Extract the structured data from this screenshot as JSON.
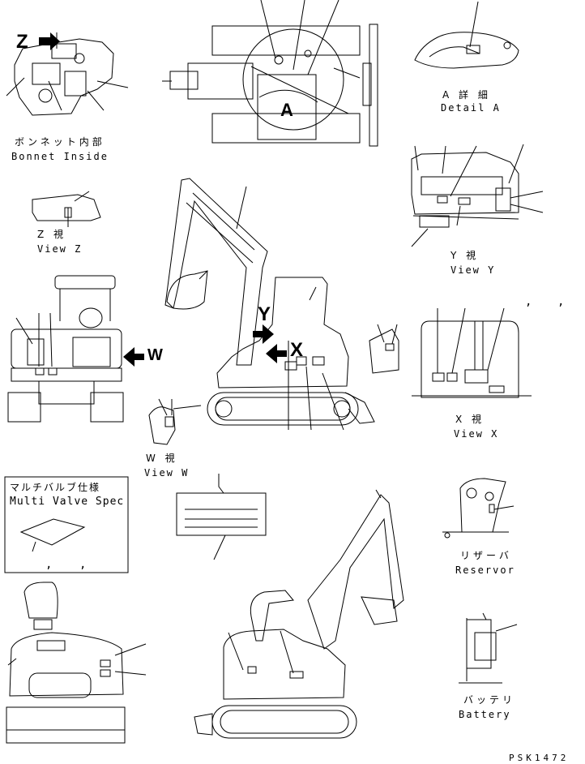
{
  "labels": {
    "bonnet_jp": "ボンネット内部",
    "bonnet_en": "Bonnet Inside",
    "detail_a_jp": "A 詳 細",
    "detail_a_en": "Detail A",
    "view_z_jp": "Z 視",
    "view_z_en": "View Z",
    "view_y_jp": "Y 視",
    "view_y_en": "View Y",
    "view_x_jp": "X 視",
    "view_x_en": "View X",
    "view_w_jp": "W 視",
    "view_w_en": "View W",
    "multi_valve_jp": "マルチバルブ仕様",
    "multi_valve_en": "Multi Valve Spec",
    "reservor_jp": "リザーバ",
    "reservor_en": "Reservor",
    "battery_jp": "バッテリ",
    "battery_en": "Battery"
  },
  "view_letters": {
    "z": "Z",
    "a": "A",
    "y": "Y",
    "x": "X",
    "w": "W"
  },
  "punctuation": {
    "comma": ","
  },
  "drawing_code": "PSK1472",
  "colors": {
    "ink": "#000000",
    "paper": "#ffffff"
  }
}
